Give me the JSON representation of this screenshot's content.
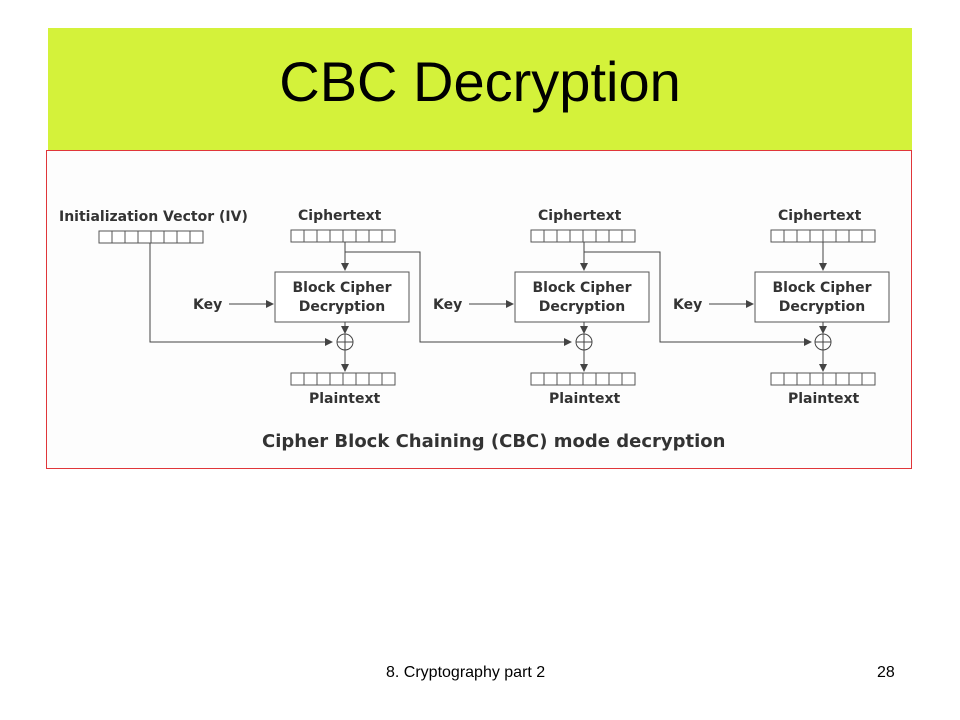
{
  "slide": {
    "title": "CBC Decryption",
    "footer_text": "8. Cryptography part 2",
    "page_number": "28",
    "title_bar_color": "#d4f23a",
    "frame_border_color": "#e0363a"
  },
  "diagram": {
    "iv_label": "Initialization Vector (IV)",
    "caption": "Cipher Block Chaining (CBC) mode decryption",
    "stages": [
      {
        "ciphertext_label": "Ciphertext",
        "key_label": "Key",
        "cipher_line1": "Block Cipher",
        "cipher_line2": "Decryption",
        "plaintext_label": "Plaintext"
      },
      {
        "ciphertext_label": "Ciphertext",
        "key_label": "Key",
        "cipher_line1": "Block Cipher",
        "cipher_line2": "Decryption",
        "plaintext_label": "Plaintext"
      },
      {
        "ciphertext_label": "Ciphertext",
        "key_label": "Key",
        "cipher_line1": "Block Cipher",
        "cipher_line2": "Decryption",
        "plaintext_label": "Plaintext"
      }
    ]
  }
}
